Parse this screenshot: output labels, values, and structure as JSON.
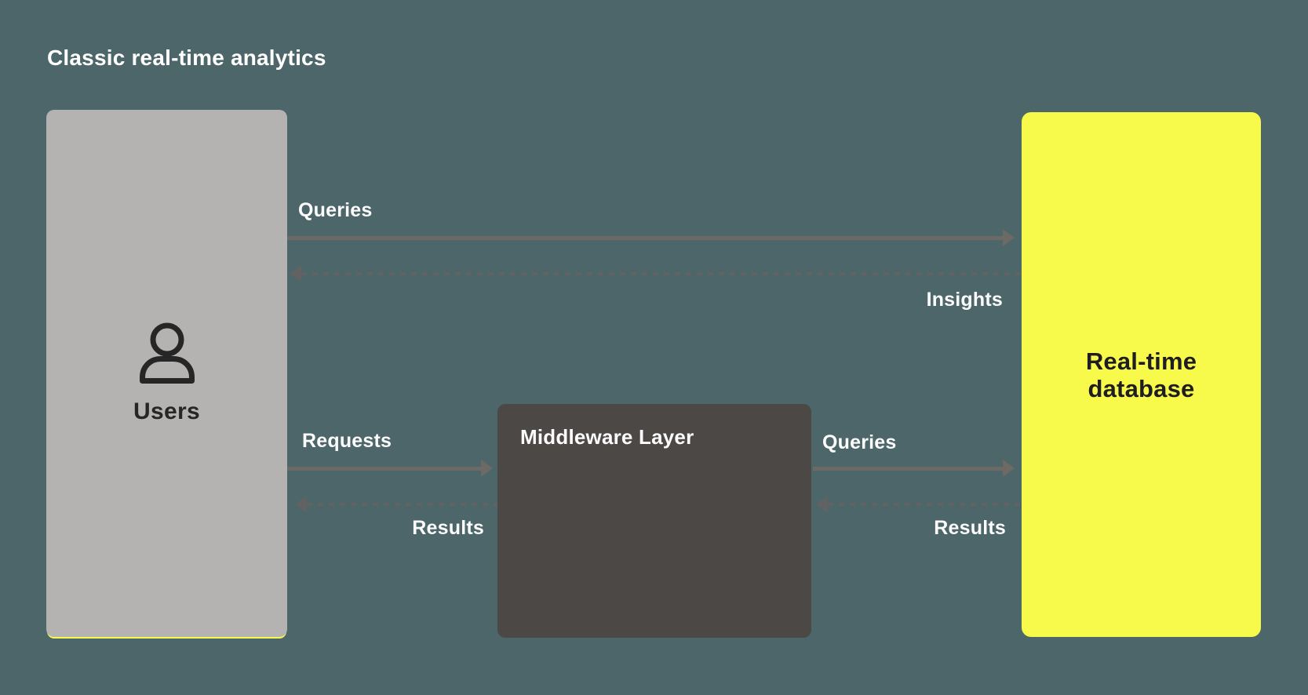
{
  "title": "Classic real-time analytics",
  "colors": {
    "background": "#4c666a",
    "users_box": "#b4b3b1",
    "middleware_box": "#4b4846",
    "database_box": "#f7fa4b",
    "solid_arrow": "#6d6965",
    "dashed_arrow": "#616362",
    "light_text": "#ffffff",
    "dark_text": "#262626"
  },
  "nodes": {
    "users": {
      "label": "Users",
      "icon": "user-icon"
    },
    "middleware": {
      "label": "Middleware Layer"
    },
    "database": {
      "label": "Real-time\ndatabase"
    }
  },
  "arrows": [
    {
      "id": "queries-top",
      "label": "Queries",
      "style": "solid",
      "direction": "right",
      "from": "users",
      "to": "database"
    },
    {
      "id": "insights",
      "label": "Insights",
      "style": "dashed",
      "direction": "left",
      "from": "database",
      "to": "users"
    },
    {
      "id": "requests",
      "label": "Requests",
      "style": "solid",
      "direction": "right",
      "from": "users",
      "to": "middleware"
    },
    {
      "id": "results-left",
      "label": "Results",
      "style": "dashed",
      "direction": "left",
      "from": "middleware",
      "to": "users"
    },
    {
      "id": "queries-right",
      "label": "Queries",
      "style": "solid",
      "direction": "right",
      "from": "middleware",
      "to": "database"
    },
    {
      "id": "results-right",
      "label": "Results",
      "style": "dashed",
      "direction": "left",
      "from": "database",
      "to": "middleware"
    }
  ]
}
